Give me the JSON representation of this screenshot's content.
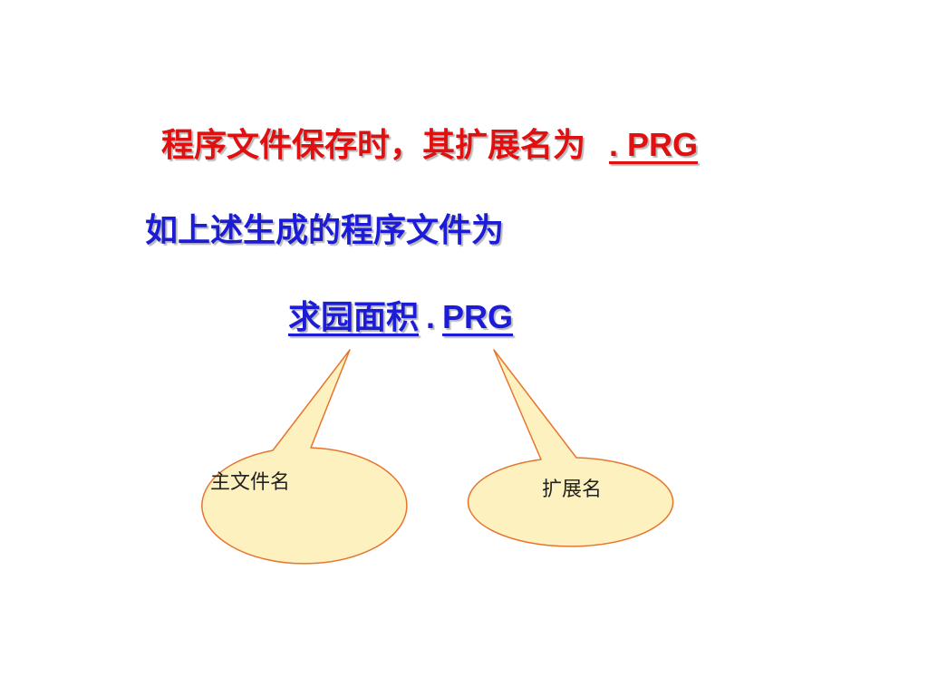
{
  "line1": {
    "text": "程序文件保存时，其扩展名为",
    "extension": ". PRG"
  },
  "line2": {
    "text": "如上述生成的程序文件为"
  },
  "line3": {
    "filename": "求园面积",
    "dot": ".",
    "extension": "PRG"
  },
  "callouts": {
    "main_name": "主文件名",
    "extension_name": "扩展名"
  },
  "colors": {
    "red_text": "#e01010",
    "blue_text": "#1c1cd8",
    "bubble_fill": "#fdf2bf",
    "bubble_stroke": "#e8742e"
  }
}
